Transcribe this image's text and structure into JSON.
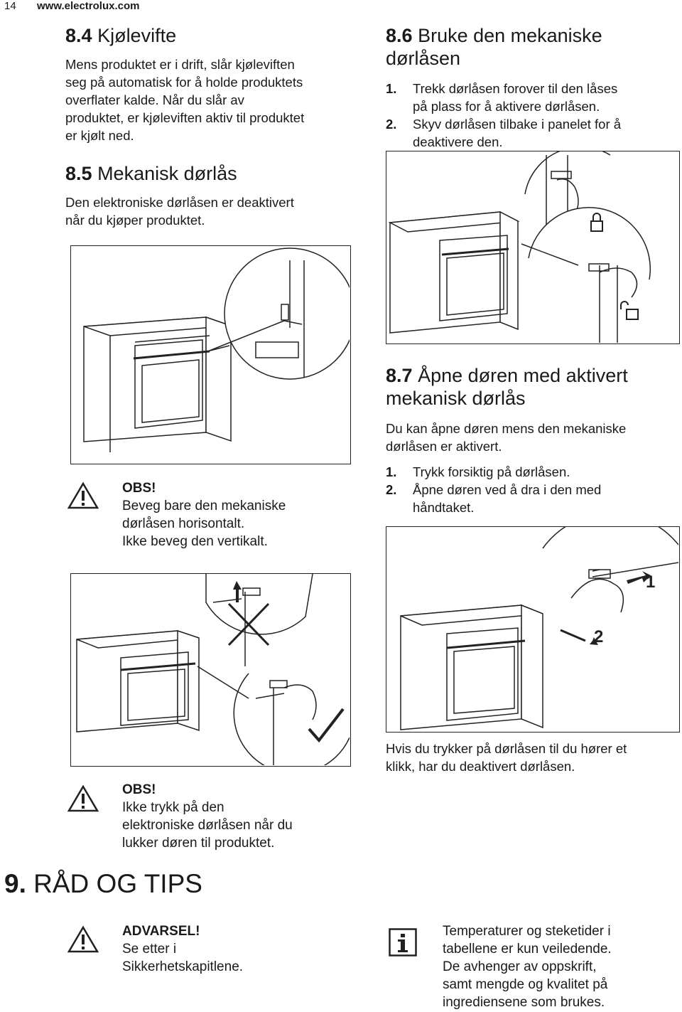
{
  "header": {
    "page_number": "14",
    "url": "www.electrolux.com"
  },
  "s84": {
    "num": "8.4",
    "title": "Kjølevifte",
    "body": [
      "Mens produktet er i drift, slår kjøleviften",
      "seg på automatisk for å holde produktets",
      "overflater kalde. Når du slår av",
      "produktet, er kjøleviften aktiv til produktet",
      "er kjølt ned."
    ]
  },
  "s85": {
    "num": "8.5",
    "title": "Mekanisk dørlås",
    "body": [
      "Den elektroniske dørlåsen er deaktivert",
      "når du kjøper produktet."
    ]
  },
  "obs1": {
    "title": "OBS!",
    "lines": [
      "Beveg bare den mekaniske",
      "dørlåsen horisontalt.",
      "Ikke beveg den vertikalt."
    ]
  },
  "s86": {
    "num": "8.6",
    "title_lines": [
      "Bruke den mekaniske",
      "dørlåsen"
    ],
    "steps": [
      {
        "n": "1.",
        "lines": [
          "Trekk dørlåsen forover til den låses",
          "på plass for å aktivere dørlåsen."
        ]
      },
      {
        "n": "2.",
        "lines": [
          "Skyv dørlåsen tilbake i panelet for å",
          "deaktivere den."
        ]
      }
    ]
  },
  "s87": {
    "num": "8.7",
    "title_lines": [
      "Åpne døren med aktivert",
      "mekanisk dørlås"
    ],
    "body": [
      "Du kan åpne døren mens den mekaniske",
      "dørlåsen er aktivert."
    ],
    "steps": [
      {
        "n": "1.",
        "lines": [
          "Trykk forsiktig på dørlåsen."
        ]
      },
      {
        "n": "2.",
        "lines": [
          "Åpne døren ved å dra i den med",
          "håndtaket."
        ]
      }
    ],
    "figure_labels": [
      "1",
      "2"
    ],
    "after": [
      "Hvis du trykker på dørlåsen til du hører et",
      "klikk, har du deaktivert dørlåsen."
    ]
  },
  "obs2": {
    "title": "OBS!",
    "lines": [
      "Ikke trykk på den",
      "elektroniske dørlåsen når du",
      "lukker døren til produktet."
    ]
  },
  "s9": {
    "num": "9.",
    "title": "RÅD OG TIPS"
  },
  "warning": {
    "title": "ADVARSEL!",
    "lines": [
      "Se etter i",
      "Sikkerhetskapitlene."
    ]
  },
  "info": {
    "lines": [
      "Temperaturer og steketider i",
      "tabellene er kun veiledende.",
      "De avhenger av oppskrift,",
      "samt mengde og kvalitet på",
      "ingrediensene som brukes."
    ]
  },
  "icons": {
    "warning": "warning-triangle-icon",
    "info": "info-icon",
    "lock": "lock-icon",
    "unlock": "unlock-icon",
    "check": "check-icon",
    "cross": "cross-icon"
  },
  "colors": {
    "text": "#1a1a1a",
    "line": "#222222"
  }
}
